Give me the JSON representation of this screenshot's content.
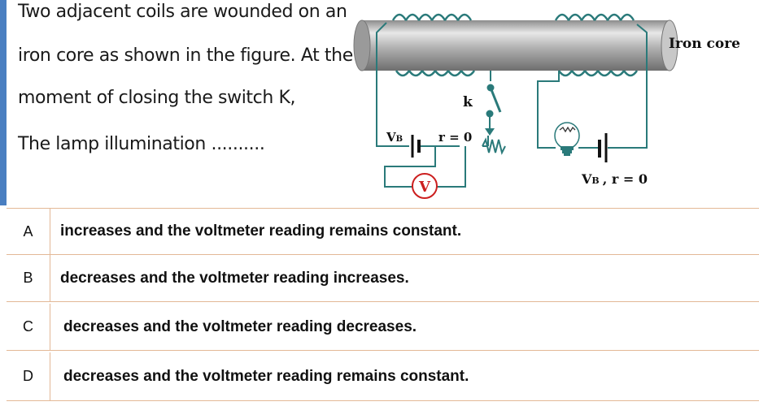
{
  "question": {
    "lines": [
      "Two adjacent coils are wounded on an",
      "iron core as shown in the figure. At the",
      "moment of closing the switch K,",
      "The lamp illumination .........."
    ]
  },
  "figure": {
    "core_label": "Iron core",
    "switch_label": "k",
    "left_battery_label": "V",
    "left_battery_sub": "B",
    "left_resistance": "r = 0",
    "voltmeter_label": "V",
    "right_battery_label": "V",
    "right_battery_sub": "B",
    "right_resistance": ", r = 0"
  },
  "options": [
    {
      "letter": "A",
      "text": "increases and the voltmeter reading remains constant."
    },
    {
      "letter": "B",
      "text": "decreases and the voltmeter reading increases."
    },
    {
      "letter": "C",
      "text": "decreases and the voltmeter reading decreases."
    },
    {
      "letter": "D",
      "text": "decreases and the voltmeter reading remains constant."
    }
  ]
}
